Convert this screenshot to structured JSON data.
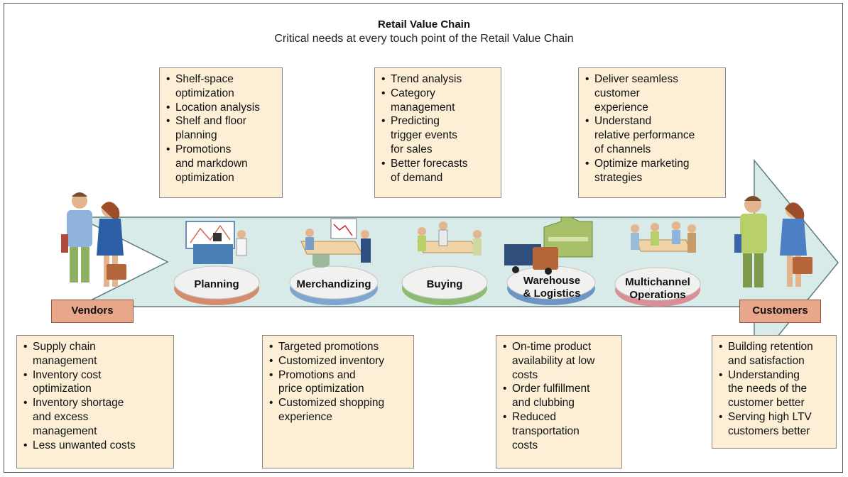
{
  "header": {
    "title": "Retail Value Chain",
    "subtitle": "Critical needs at every touch point of the Retail Value Chain"
  },
  "endpoints": {
    "vendors": "Vendors",
    "customers": "Customers"
  },
  "stages": [
    {
      "label": "Planning"
    },
    {
      "label": "Merchandizing"
    },
    {
      "label": "Buying"
    },
    {
      "label_line1": "Warehouse",
      "label_line2": "& Logistics"
    },
    {
      "label_line1": "Multichannel",
      "label_line2": "Operations"
    }
  ],
  "top_boxes": {
    "planning": [
      "Shelf-space",
      "optimization",
      "Location analysis",
      "Shelf and floor",
      "planning",
      "Promotions",
      "and markdown",
      "optimization"
    ],
    "buying": [
      "Trend analysis",
      "Category",
      "management",
      "Predicting",
      "trigger events",
      "for sales",
      "Better forecasts",
      "of demand"
    ],
    "multichannel": [
      "Deliver seamless",
      "customer",
      "experience",
      "Understand",
      "relative performance",
      "of channels",
      "Optimize marketing",
      "strategies"
    ]
  },
  "bottom_boxes": {
    "vendors": [
      "Supply chain",
      "management",
      "Inventory cost",
      "optimization",
      "Inventory shortage",
      "and excess",
      "management",
      "Less unwanted costs"
    ],
    "merchandizing": [
      "Targeted promotions",
      "Customized inventory",
      "Promotions and",
      "price optimization",
      "Customized shopping",
      "experience"
    ],
    "logistics": [
      "On-time product",
      "availability at low",
      "costs",
      "Order fulfillment",
      "and clubbing",
      "Reduced",
      "transportation",
      "costs"
    ],
    "customers": [
      "Building retention",
      "and satisfaction",
      "Understanding",
      "the needs of the",
      "customer better",
      "Serving high LTV",
      "customers better"
    ]
  },
  "colors": {
    "box_fill": "#fcefd6",
    "arrow_fill": "#d8ebe9",
    "endpoint_fill": "#e8a78a",
    "planning_rim": "#d58b6c",
    "merchandizing_rim": "#7fa6cf",
    "buying_rim": "#8dbb72",
    "logistics_rim": "#6f95c4",
    "multichannel_rim": "#d98f96"
  }
}
